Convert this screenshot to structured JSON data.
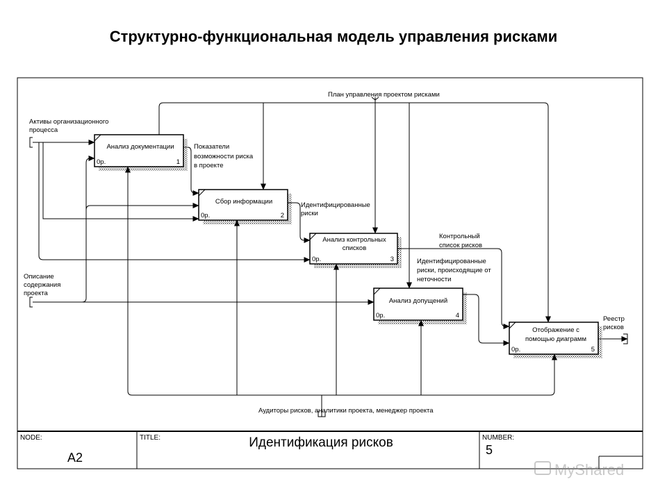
{
  "title": "Структурно-функциональная модель управления рисками",
  "boxes": [
    {
      "label": [
        "Анализ документации"
      ],
      "op": "0р.",
      "num": "1"
    },
    {
      "label": [
        "Сбор информации"
      ],
      "op": "0р.",
      "num": "2"
    },
    {
      "label": [
        "Анализ контрольных",
        "списков"
      ],
      "op": "0р.",
      "num": "3"
    },
    {
      "label": [
        "Анализ допущений"
      ],
      "op": "0р.",
      "num": "4"
    },
    {
      "label": [
        "Отображение с",
        "помощью диаграмм"
      ],
      "op": "0р.",
      "num": "5"
    }
  ],
  "arrow_labels": {
    "control_top": "План управления проектом рисками",
    "input_assets": [
      "Активы организационного",
      "процесса"
    ],
    "input_description": [
      "Описание",
      "содержания",
      "проекта"
    ],
    "indicators": [
      "Показатели",
      "возможности риска",
      "в проекте"
    ],
    "identified": [
      "Идентифицированные",
      "риски"
    ],
    "checklist": [
      "Контрольный",
      "список рисков"
    ],
    "identified_inaccuracy": [
      "Идентифицированные",
      "риски, происходящие от",
      "неточности"
    ],
    "registry": [
      "Реестр",
      "рисков"
    ],
    "mechanism": "Аудиторы рисков, аналитики проекта, менеджер проекта"
  },
  "footer": {
    "node_label": "NODE:",
    "node_value": "A2",
    "title_label": "TITLE:",
    "title_value": "Идентификация рисков",
    "number_label": "NUMBER:",
    "number_value": "5"
  },
  "watermark": "MyShared"
}
